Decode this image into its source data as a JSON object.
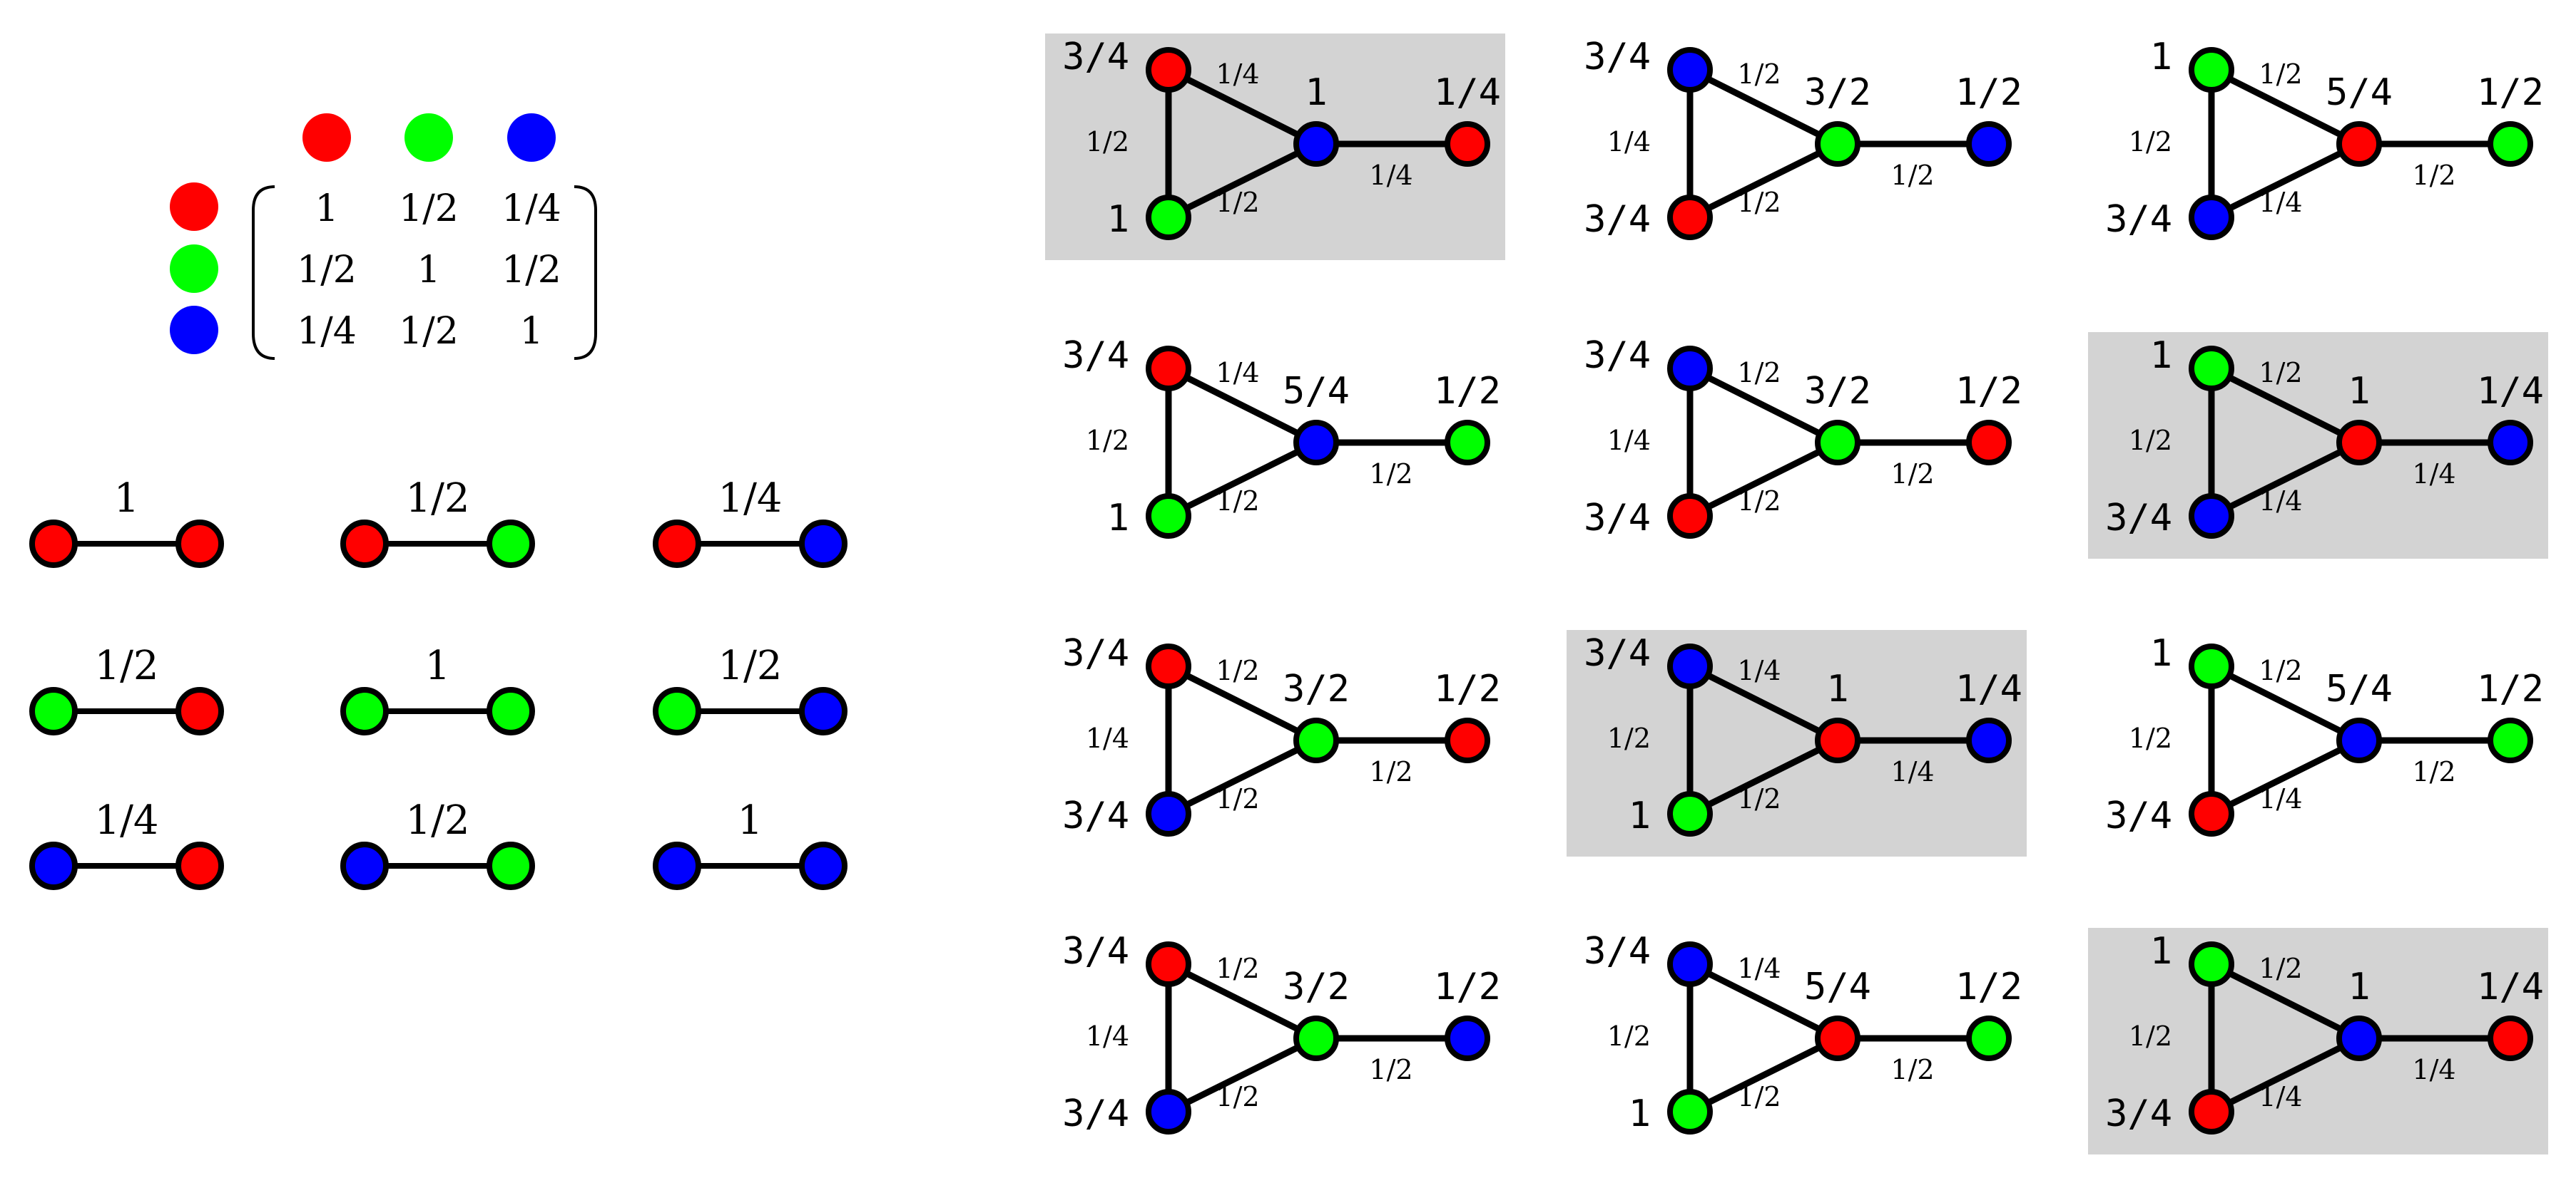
{
  "colors": {
    "red": "#ff0000",
    "green": "#00ff00",
    "blue": "#0000ff",
    "highlight": "#d3d3d3",
    "edge": "#000000"
  },
  "matrix": {
    "colors": [
      "red",
      "green",
      "blue"
    ],
    "values": [
      [
        "1",
        "1/2",
        "1/4"
      ],
      [
        "1/2",
        "1",
        "1/2"
      ],
      [
        "1/4",
        "1/2",
        "1"
      ]
    ]
  },
  "pairs": [
    {
      "left": "red",
      "right": "red",
      "label": "1"
    },
    {
      "left": "red",
      "right": "green",
      "label": "1/2"
    },
    {
      "left": "red",
      "right": "blue",
      "label": "1/4"
    },
    {
      "left": "green",
      "right": "red",
      "label": "1/2"
    },
    {
      "left": "green",
      "right": "green",
      "label": "1"
    },
    {
      "left": "green",
      "right": "blue",
      "label": "1/2"
    },
    {
      "left": "blue",
      "right": "red",
      "label": "1/4"
    },
    {
      "left": "blue",
      "right": "green",
      "label": "1/2"
    },
    {
      "left": "blue",
      "right": "blue",
      "label": "1"
    }
  ],
  "graphs": [
    {
      "highlight": true,
      "colors": [
        "red",
        "green",
        "blue",
        "red"
      ],
      "node_labels": [
        "3/4",
        "1",
        "1",
        "1/4"
      ],
      "edge_labels": [
        "1/2",
        "1/4",
        "1/2",
        "1/4"
      ]
    },
    {
      "highlight": false,
      "colors": [
        "blue",
        "red",
        "green",
        "blue"
      ],
      "node_labels": [
        "3/4",
        "3/4",
        "3/2",
        "1/2"
      ],
      "edge_labels": [
        "1/4",
        "1/2",
        "1/2",
        "1/2"
      ]
    },
    {
      "highlight": false,
      "colors": [
        "green",
        "blue",
        "red",
        "green"
      ],
      "node_labels": [
        "1",
        "3/4",
        "5/4",
        "1/2"
      ],
      "edge_labels": [
        "1/2",
        "1/2",
        "1/4",
        "1/2"
      ]
    },
    {
      "highlight": false,
      "colors": [
        "red",
        "green",
        "blue",
        "green"
      ],
      "node_labels": [
        "3/4",
        "1",
        "5/4",
        "1/2"
      ],
      "edge_labels": [
        "1/2",
        "1/4",
        "1/2",
        "1/2"
      ]
    },
    {
      "highlight": false,
      "colors": [
        "blue",
        "red",
        "green",
        "red"
      ],
      "node_labels": [
        "3/4",
        "3/4",
        "3/2",
        "1/2"
      ],
      "edge_labels": [
        "1/4",
        "1/2",
        "1/2",
        "1/2"
      ]
    },
    {
      "highlight": true,
      "colors": [
        "green",
        "blue",
        "red",
        "blue"
      ],
      "node_labels": [
        "1",
        "3/4",
        "1",
        "1/4"
      ],
      "edge_labels": [
        "1/2",
        "1/2",
        "1/4",
        "1/4"
      ]
    },
    {
      "highlight": false,
      "colors": [
        "red",
        "blue",
        "green",
        "red"
      ],
      "node_labels": [
        "3/4",
        "3/4",
        "3/2",
        "1/2"
      ],
      "edge_labels": [
        "1/4",
        "1/2",
        "1/2",
        "1/2"
      ]
    },
    {
      "highlight": true,
      "colors": [
        "blue",
        "green",
        "red",
        "blue"
      ],
      "node_labels": [
        "3/4",
        "1",
        "1",
        "1/4"
      ],
      "edge_labels": [
        "1/2",
        "1/4",
        "1/2",
        "1/4"
      ]
    },
    {
      "highlight": false,
      "colors": [
        "green",
        "red",
        "blue",
        "green"
      ],
      "node_labels": [
        "1",
        "3/4",
        "5/4",
        "1/2"
      ],
      "edge_labels": [
        "1/2",
        "1/2",
        "1/4",
        "1/2"
      ]
    },
    {
      "highlight": false,
      "colors": [
        "red",
        "blue",
        "green",
        "blue"
      ],
      "node_labels": [
        "3/4",
        "3/4",
        "3/2",
        "1/2"
      ],
      "edge_labels": [
        "1/4",
        "1/2",
        "1/2",
        "1/2"
      ]
    },
    {
      "highlight": false,
      "colors": [
        "blue",
        "green",
        "red",
        "green"
      ],
      "node_labels": [
        "3/4",
        "1",
        "5/4",
        "1/2"
      ],
      "edge_labels": [
        "1/2",
        "1/4",
        "1/2",
        "1/2"
      ]
    },
    {
      "highlight": true,
      "colors": [
        "green",
        "red",
        "blue",
        "red"
      ],
      "node_labels": [
        "1",
        "3/4",
        "1",
        "1/4"
      ],
      "edge_labels": [
        "1/2",
        "1/2",
        "1/4",
        "1/4"
      ]
    }
  ]
}
